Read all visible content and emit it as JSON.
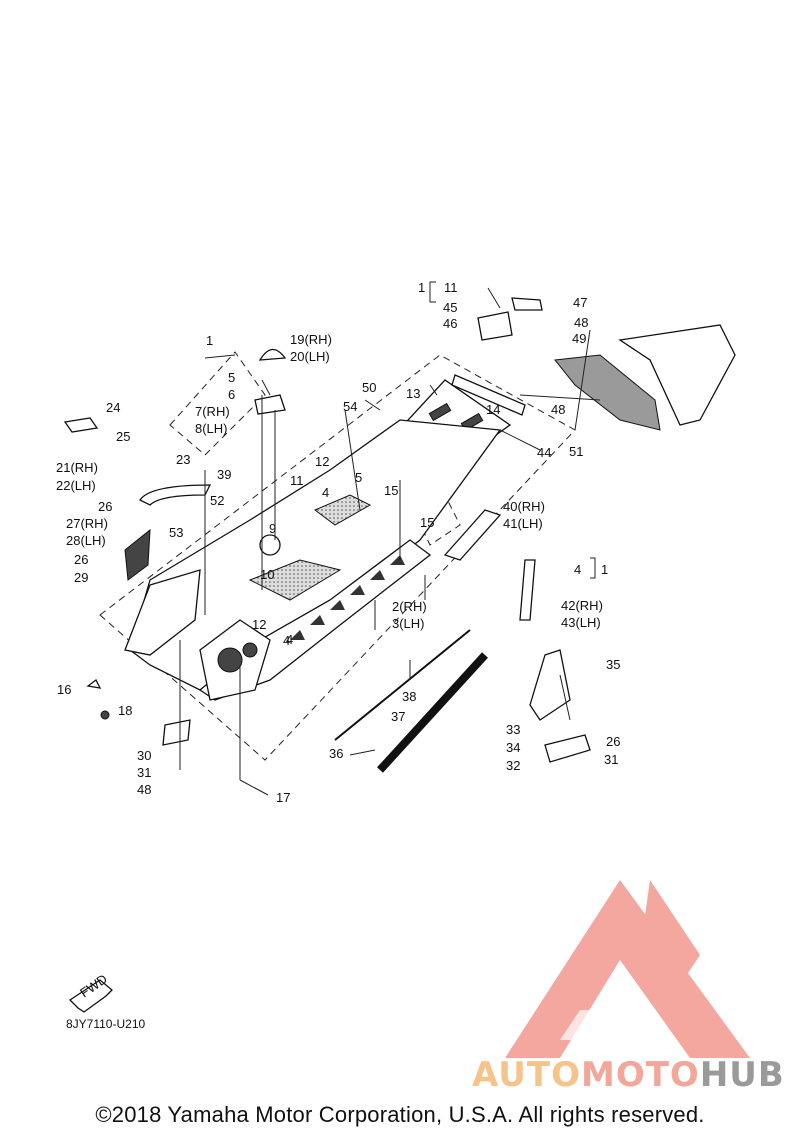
{
  "callouts": [
    "1",
    "11",
    "45",
    "46",
    "47",
    "48",
    "49",
    "19(RH)",
    "20(LH)",
    "5",
    "6",
    "7(RH)",
    "8(LH)",
    "24",
    "25",
    "21(RH)",
    "22(LH)",
    "26",
    "27(RH)",
    "28(LH)",
    "26",
    "29",
    "23",
    "39",
    "52",
    "53",
    "50",
    "54",
    "13",
    "14",
    "12",
    "5",
    "4",
    "11",
    "9",
    "10",
    "12",
    "4",
    "15",
    "15",
    "44",
    "51",
    "48",
    "40(RH)",
    "41(LH)",
    "4",
    "1",
    "2(RH)",
    "3(LH)",
    "42(RH)",
    "43(LH)",
    "16",
    "18",
    "30",
    "31",
    "48",
    "17",
    "36",
    "37",
    "38",
    "35",
    "33",
    "34",
    "26",
    "32",
    "31",
    "4",
    "1"
  ],
  "fwd_label": "FWD",
  "part_code": "8JY7110-U210",
  "watermark": {
    "brand_a": "AUTO",
    "brand_b": "MOTO",
    "brand_c": "HUB"
  },
  "copyright": "©2018 Yamaha Motor Corporation, U.S.A. All rights reserved.",
  "colors": {
    "watermark_red": "#f08a80",
    "watermark_orange": "#f6c48b",
    "watermark_gray": "#9a9a9a"
  }
}
